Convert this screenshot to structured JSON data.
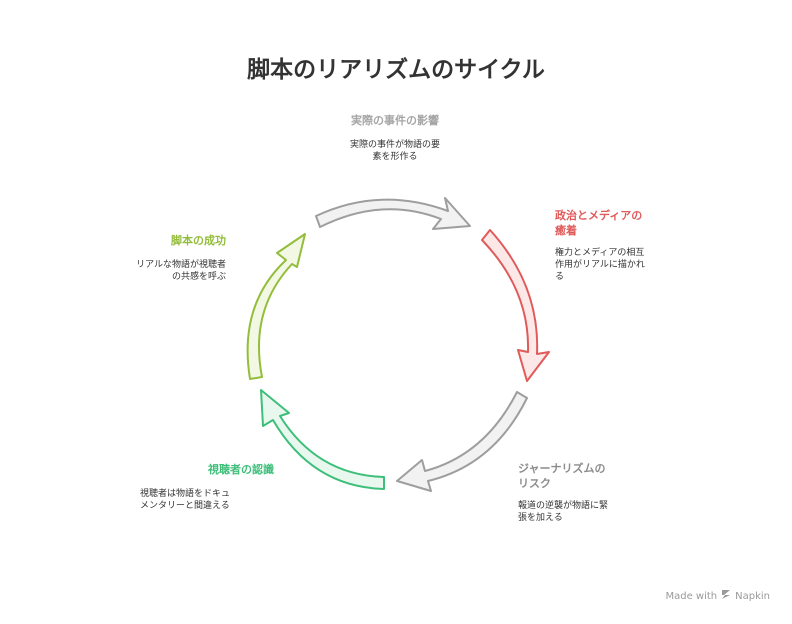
{
  "title": "脚本のリアリズムのサイクル",
  "steps": [
    {
      "label": "実際の事件の影響",
      "desc_line1": "実際の事件が物語の要",
      "desc_line2": "素を形作る",
      "color": "#a6a6a6"
    },
    {
      "label_line1": "政治とメディアの",
      "label_line2": "癒着",
      "desc_line1": "権力とメディアの相互",
      "desc_line2": "作用がリアルに描かれ",
      "desc_line3": "る",
      "color": "#e05a5a"
    },
    {
      "label_line1": "ジャーナリズムの",
      "label_line2": "リスク",
      "desc_line1": "報道の逆襲が物語に緊",
      "desc_line2": "張を加える",
      "color": "#a6a6a6"
    },
    {
      "label": "視聴者の認識",
      "desc_line1": "視聴者は物語をドキュ",
      "desc_line2": "メンタリーと間違える",
      "color": "#3dbf7a"
    },
    {
      "label": "脚本の成功",
      "desc_line1": "リアルな物語が視聴者",
      "desc_line2": "の共感を呼ぶ",
      "color": "#93bd3a"
    }
  ],
  "footer": {
    "made_with": "Made with",
    "brand": "Napkin",
    "icon": "napkin-logo-icon"
  }
}
